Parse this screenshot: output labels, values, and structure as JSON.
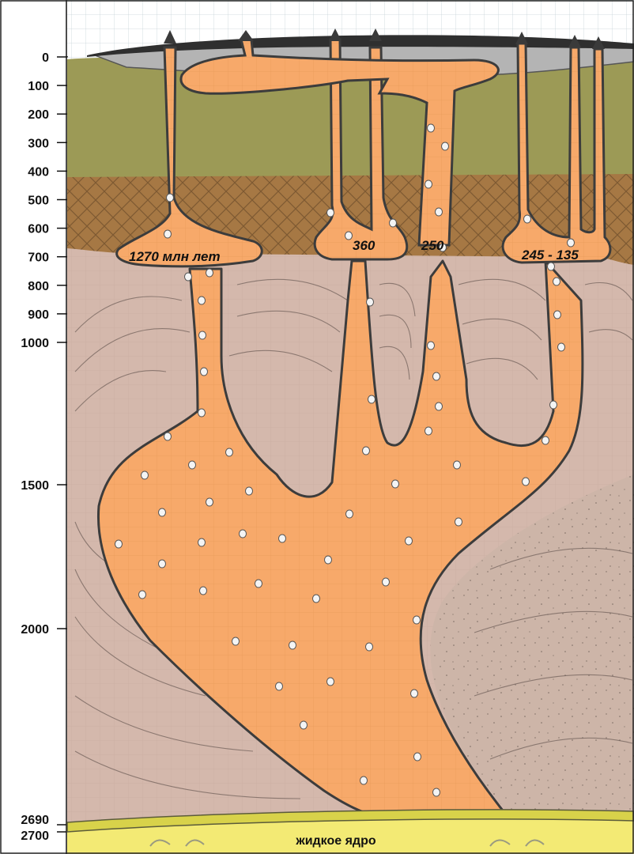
{
  "depth_axis": {
    "ticks": [
      {
        "label": "0",
        "value": 0
      },
      {
        "label": "100",
        "value": 100
      },
      {
        "label": "200",
        "value": 200
      },
      {
        "label": "300",
        "value": 300
      },
      {
        "label": "400",
        "value": 400
      },
      {
        "label": "500",
        "value": 500
      },
      {
        "label": "600",
        "value": 600
      },
      {
        "label": "700",
        "value": 700
      },
      {
        "label": "800",
        "value": 800
      },
      {
        "label": "900",
        "value": 900
      },
      {
        "label": "1000",
        "value": 1000
      },
      {
        "label": "1500",
        "value": 1500
      },
      {
        "label": "2000",
        "value": 2000
      },
      {
        "label": "2690",
        "value": 2690
      },
      {
        "label": "2700",
        "value": 2700
      }
    ]
  },
  "labels": {
    "age_left": "1270 млн лет",
    "age_360": "360",
    "age_250": "250",
    "age_right": "245 - 135",
    "core": "жидкое ядро"
  },
  "colors": {
    "magma": "#f7a96a",
    "magma_outline": "#4a4a4a",
    "mantle": "#d4b8ac",
    "olive_layer": "#9c9a56",
    "brown_layer": "#a67844",
    "crust_dark": "#3a3a3a",
    "crust_light": "#b4b4b4",
    "core_yellow": "#f3ea74",
    "core_band": "#d8d24a",
    "grid_background": "#e7eef0"
  }
}
